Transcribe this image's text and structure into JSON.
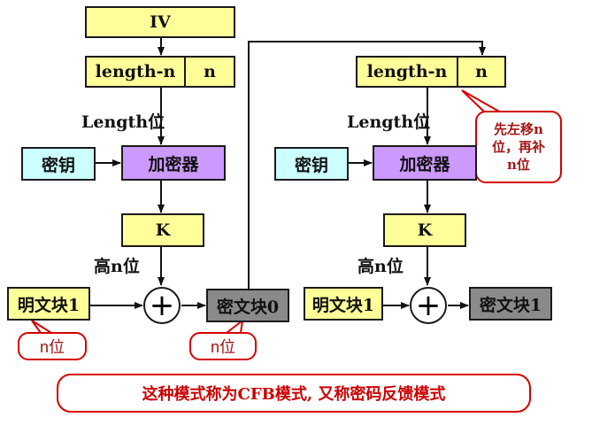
{
  "left": {
    "iv": "IV",
    "reg_left": "length-n",
    "reg_right": "n",
    "length_label": "Length位",
    "key": "密钥",
    "encryptor": "加密器",
    "k": "K",
    "high_label": "高n位",
    "plaintext": "明文块1",
    "xor_symbol": "+",
    "ciphertext": "密文块0",
    "n_bits_plain": "n位",
    "n_bits_cipher": "n位"
  },
  "right": {
    "reg_left": "length-n",
    "reg_right": "n",
    "length_label": "Length位",
    "key": "密钥",
    "encryptor": "加密器",
    "k": "K",
    "high_label": "高n位",
    "plaintext": "明文块1",
    "xor_symbol": "+",
    "ciphertext": "密文块1",
    "shift_note": "先左移n\n位，再补\nn位"
  },
  "caption": "这种模式称为CFB模式, 又称密码反馈模式",
  "colors": {
    "register": "#ffff99",
    "key": "#ccffff",
    "encryptor": "#cc99ff",
    "ciphertext": "#8a8a8a",
    "callout_border": "#d40000",
    "callout_text": "#a31515"
  }
}
